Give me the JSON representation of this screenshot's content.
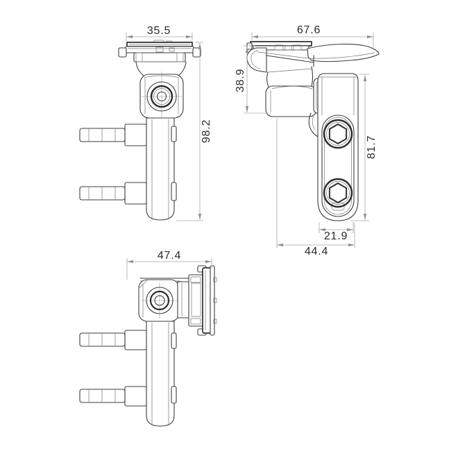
{
  "meta": {
    "background_color": "#ffffff",
    "outline_color": "#3c3c3c",
    "dim_line_color": "#a6a6a6",
    "dim_text_color": "#2a2a2a"
  },
  "drawing": {
    "views": {
      "front": {
        "dims": {
          "width": "35.5",
          "height": "98.2"
        }
      },
      "side": {
        "dims": {
          "width": "67.6",
          "head_height": "38.9",
          "clamp_height": "81.7",
          "clamp_width": "21.9",
          "base_width": "44.4"
        }
      },
      "rotated": {
        "dims": {
          "width": "47.4"
        }
      }
    }
  }
}
